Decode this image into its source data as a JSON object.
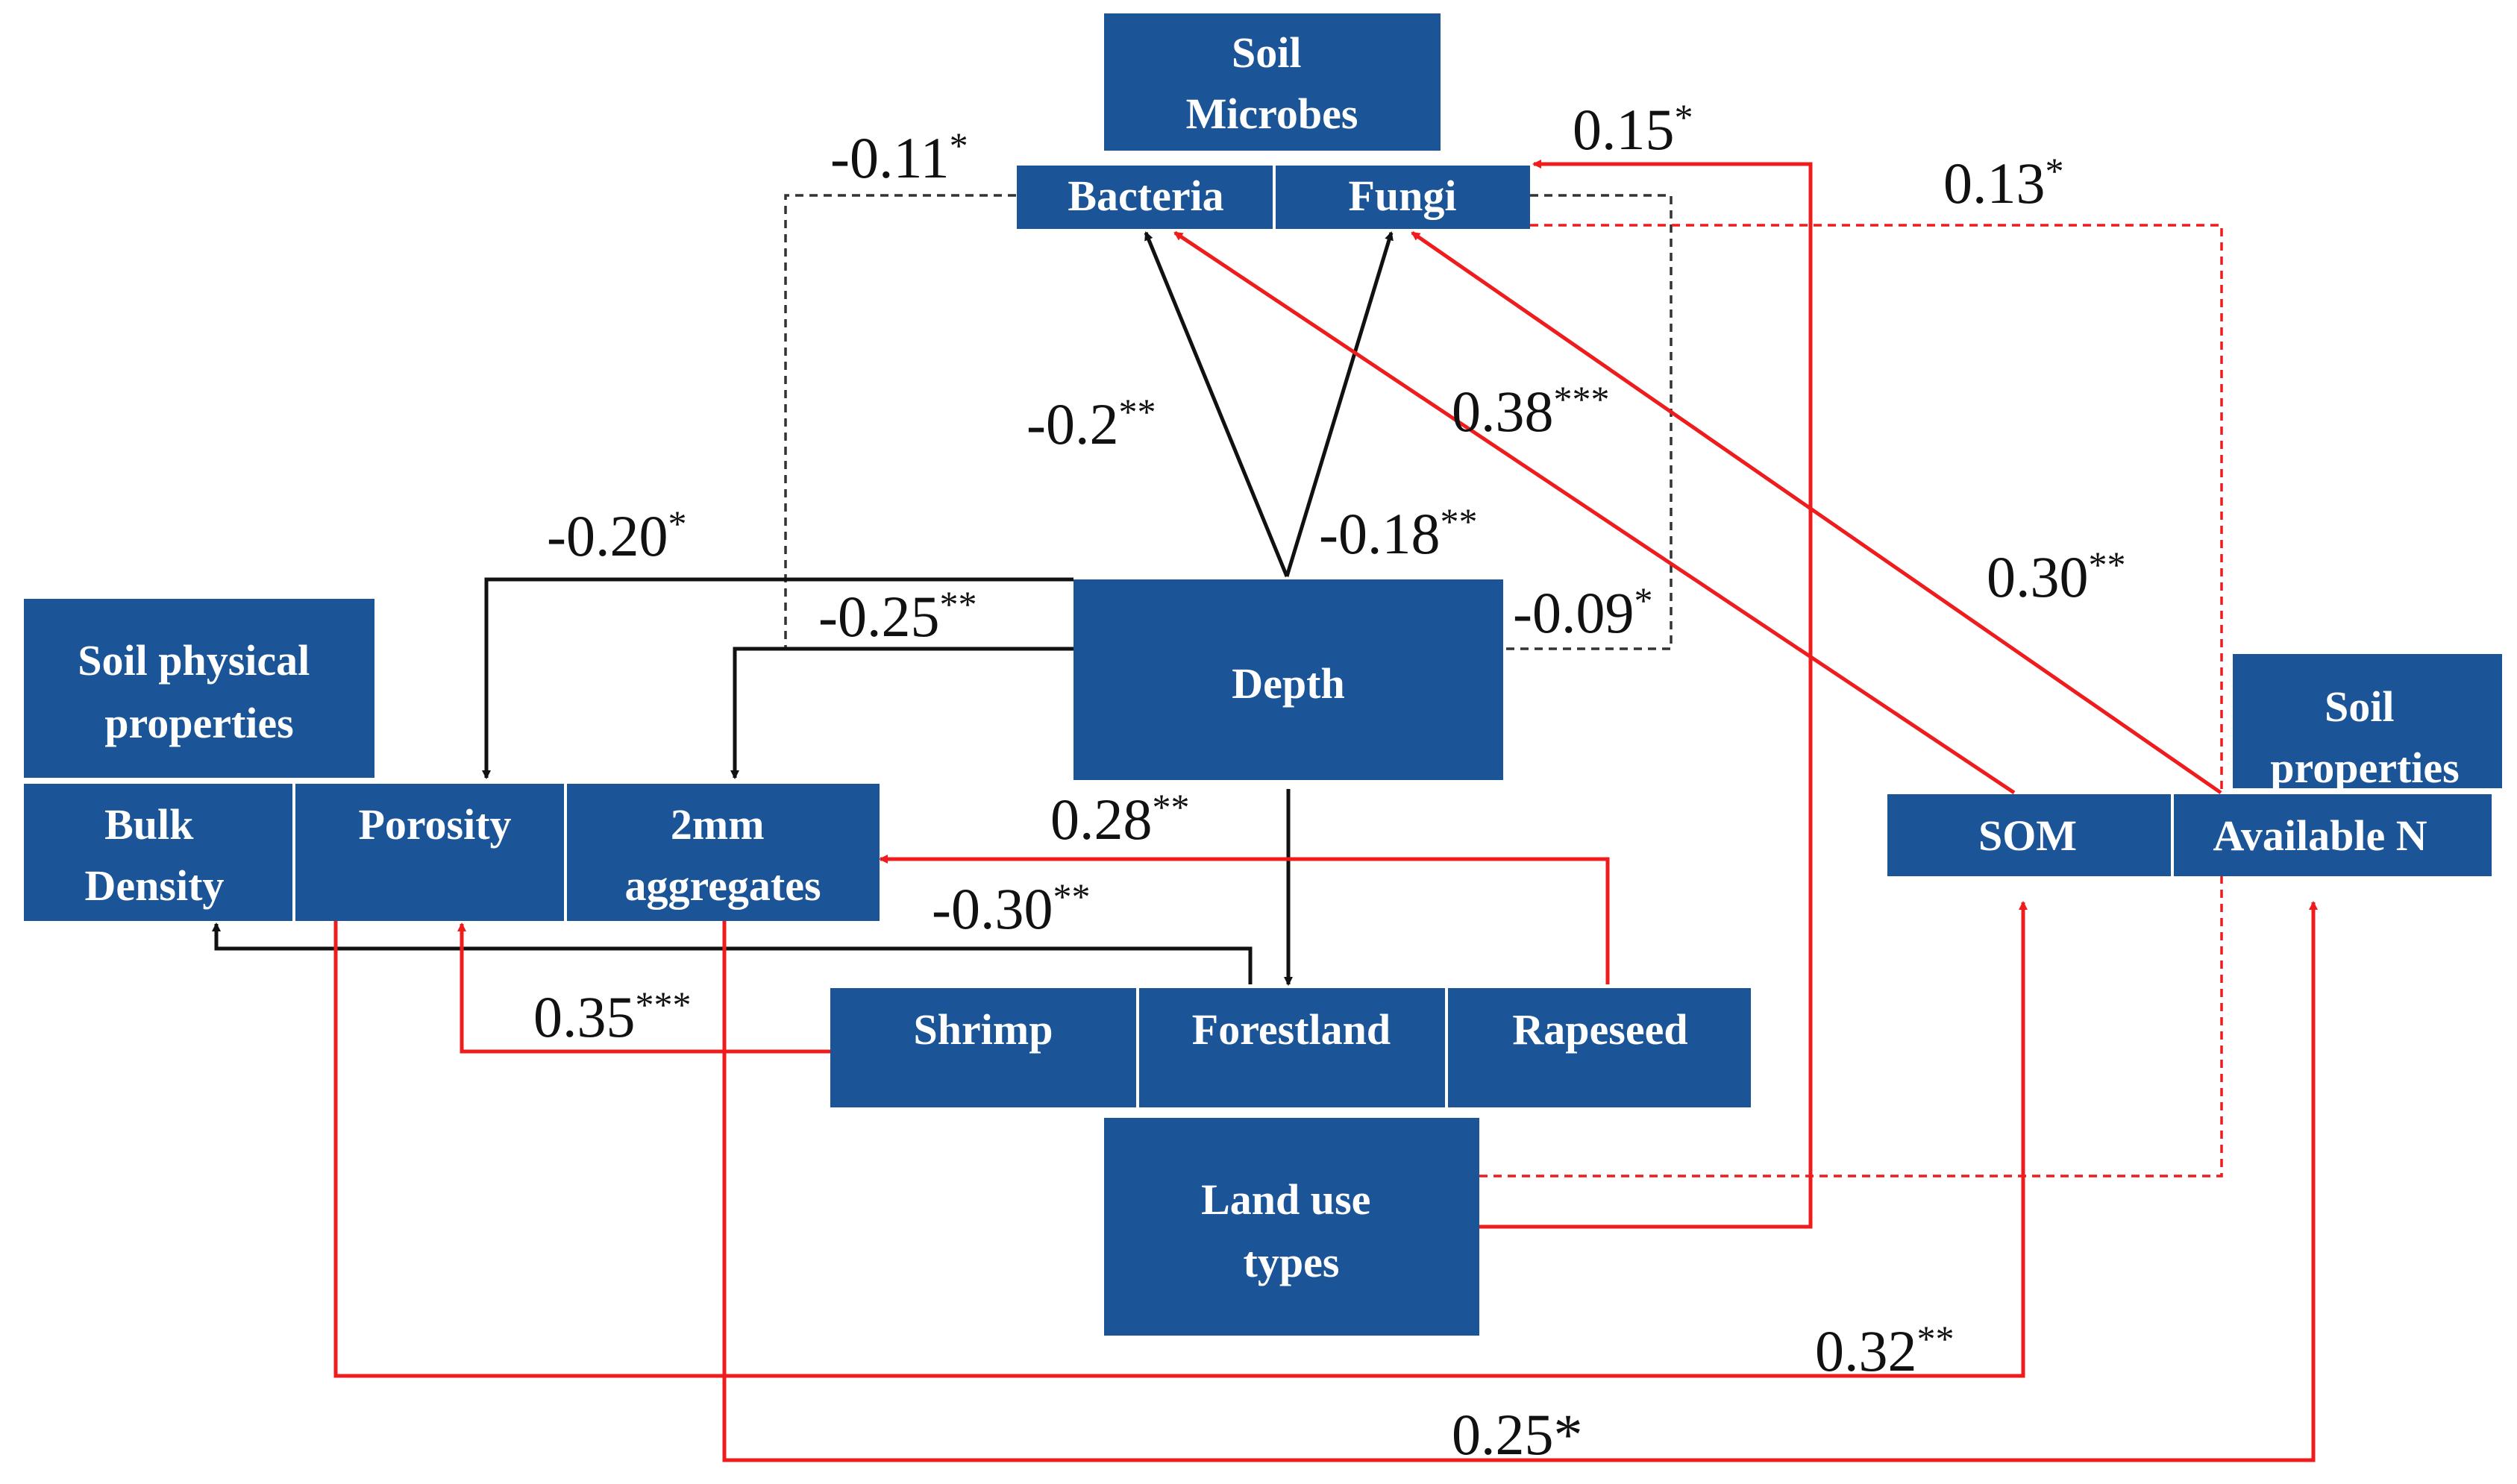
{
  "nodes": {
    "soil_microbes": "Soil Microbes",
    "bacteria": "Bacteria",
    "fungi": "Fungi",
    "depth": "Depth",
    "soil_physical": "Soil physical properties",
    "bulk_density": "Bulk Density",
    "porosity": "Porosity",
    "aggregates": "2mm aggregates",
    "soil_properties": "Soil properties",
    "som": "SOM",
    "available_n": "Available N",
    "shrimp": "Shrimp",
    "forestland": "Forestland",
    "rapeseed": "Rapeseed",
    "land_use": "Land use types"
  },
  "paths": [
    {
      "id": "landuse-fungi",
      "value": "0.15",
      "sig": "*",
      "from": "Land use types",
      "to": "Fungi",
      "sign": "positive",
      "style": "solid"
    },
    {
      "id": "depth-bacteria-dashed",
      "value": "-0.11",
      "sig": "*",
      "from": "Depth",
      "to": "Bacteria",
      "sign": "negative",
      "style": "dashed"
    },
    {
      "id": "landuse-availablen-dashed",
      "value": "0.13",
      "sig": "*",
      "from": "Land use types",
      "to": "Available N",
      "sign": "positive",
      "style": "dashed"
    },
    {
      "id": "depth-bacteria",
      "value": "-0.2",
      "sig": "**",
      "from": "Depth",
      "to": "Bacteria",
      "sign": "negative",
      "style": "solid"
    },
    {
      "id": "som-bacteria",
      "value": "0.38",
      "sig": "***",
      "from": "SOM",
      "to": "Bacteria",
      "sign": "positive",
      "style": "solid"
    },
    {
      "id": "depth-fungi",
      "value": "-0.18",
      "sig": "**",
      "from": "Depth",
      "to": "Fungi",
      "sign": "negative",
      "style": "solid"
    },
    {
      "id": "availablen-fungi",
      "value": "0.30",
      "sig": "**",
      "from": "Available N",
      "to": "Fungi",
      "sign": "positive",
      "style": "solid"
    },
    {
      "id": "depth-porosity",
      "value": "-0.20",
      "sig": "*",
      "from": "Depth",
      "to": "Porosity",
      "sign": "negative",
      "style": "solid"
    },
    {
      "id": "depth-aggregates",
      "value": "-0.25",
      "sig": "**",
      "from": "Depth",
      "to": "2mm aggregates",
      "sign": "negative",
      "style": "solid"
    },
    {
      "id": "depth-fungi-dashed",
      "value": "-0.09",
      "sig": "*",
      "from": "Depth",
      "to": "Fungi",
      "sign": "negative",
      "style": "dashed"
    },
    {
      "id": "rapeseed-aggregates",
      "value": "0.28",
      "sig": "**",
      "from": "Rapeseed",
      "to": "2mm aggregates",
      "sign": "positive",
      "style": "solid"
    },
    {
      "id": "forestland-bulkdensity",
      "value": "-0.30",
      "sig": "**",
      "from": "Forestland",
      "to": "Bulk Density",
      "sign": "negative",
      "style": "solid"
    },
    {
      "id": "shrimp-porosity",
      "value": "0.35",
      "sig": "***",
      "from": "Shrimp",
      "to": "Porosity",
      "sign": "positive",
      "style": "solid"
    },
    {
      "id": "porosity-som",
      "value": "0.32",
      "sig": "**",
      "from": "Porosity",
      "to": "SOM",
      "sign": "positive",
      "style": "solid"
    },
    {
      "id": "aggregates-availablen",
      "value": "0.25",
      "sig": "*",
      "from": "2mm aggregates",
      "to": "Available N",
      "sign": "positive",
      "style": "solid"
    }
  ],
  "colors": {
    "box": "#1c5597",
    "positive": "#ee1c1c",
    "negative": "#111111"
  }
}
